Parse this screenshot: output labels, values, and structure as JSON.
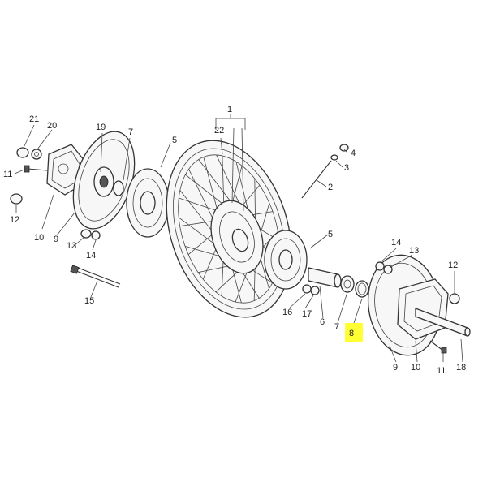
{
  "diagram": {
    "highlight_color": "#ffff33",
    "highlighted_label": "8",
    "callouts": [
      {
        "id": "1",
        "text": "1"
      },
      {
        "id": "2",
        "text": "2"
      },
      {
        "id": "3",
        "text": "3"
      },
      {
        "id": "4",
        "text": "4"
      },
      {
        "id": "5a",
        "text": "5"
      },
      {
        "id": "5b",
        "text": "5"
      },
      {
        "id": "6",
        "text": "6"
      },
      {
        "id": "7a",
        "text": "7"
      },
      {
        "id": "7b",
        "text": "7"
      },
      {
        "id": "8",
        "text": "8"
      },
      {
        "id": "9a",
        "text": "9"
      },
      {
        "id": "9b",
        "text": "9"
      },
      {
        "id": "10a",
        "text": "10"
      },
      {
        "id": "10b",
        "text": "10"
      },
      {
        "id": "11a",
        "text": "11"
      },
      {
        "id": "11b",
        "text": "11"
      },
      {
        "id": "12a",
        "text": "12"
      },
      {
        "id": "12b",
        "text": "12"
      },
      {
        "id": "13a",
        "text": "13"
      },
      {
        "id": "13b",
        "text": "13"
      },
      {
        "id": "14a",
        "text": "14"
      },
      {
        "id": "14b",
        "text": "14"
      },
      {
        "id": "15",
        "text": "15"
      },
      {
        "id": "16",
        "text": "16"
      },
      {
        "id": "17",
        "text": "17"
      },
      {
        "id": "18",
        "text": "18"
      },
      {
        "id": "19",
        "text": "19"
      },
      {
        "id": "20",
        "text": "20"
      },
      {
        "id": "21",
        "text": "21"
      },
      {
        "id": "22",
        "text": "22"
      }
    ]
  }
}
